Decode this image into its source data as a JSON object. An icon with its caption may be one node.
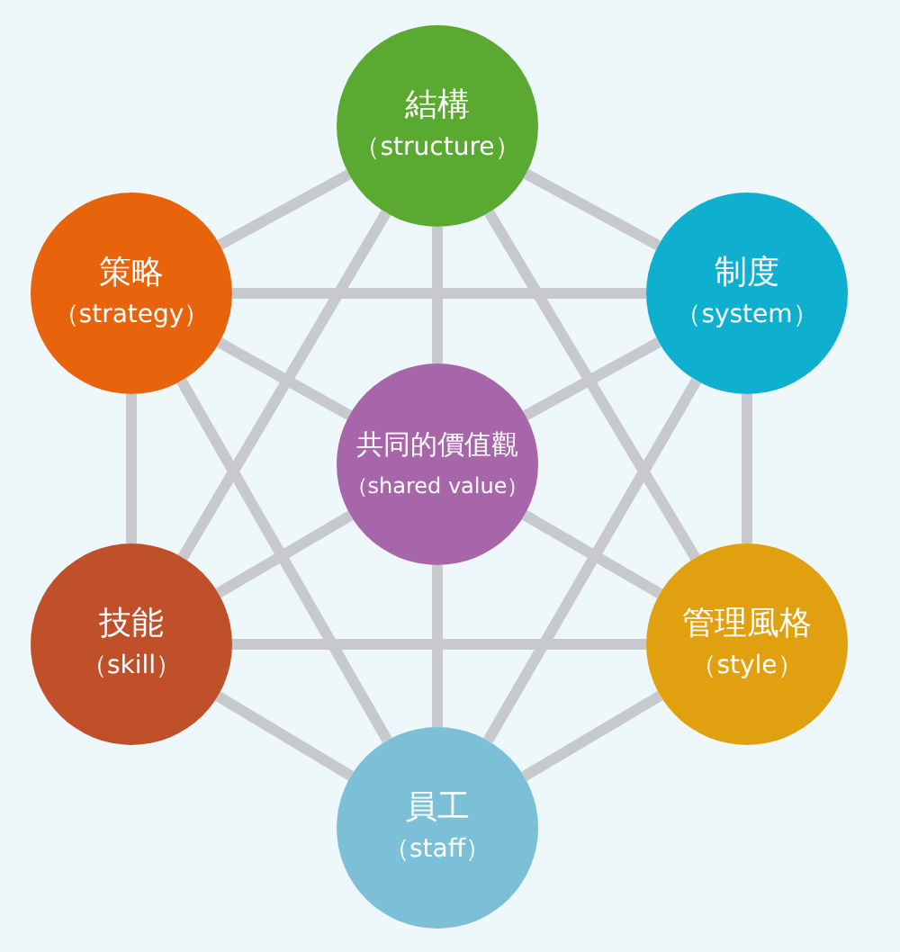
{
  "diagram": {
    "nodes": [
      {
        "text": [
          "結構",
          "（structure）"
        ]
      },
      {
        "text": [
          "策略",
          "（strategy）"
        ]
      },
      {
        "text": [
          "制度",
          "（system）"
        ]
      },
      {
        "text": [
          "共同的價值觀",
          "（shared value）"
        ]
      },
      {
        "text": [
          "技能",
          "（skill）"
        ]
      },
      {
        "text": [
          "管理風格",
          "（style）"
        ]
      },
      {
        "text": [
          "員工",
          "（staff）"
        ]
      }
    ],
    "edges": [
      {
        "from": 0,
        "to": 1,
        "arrow": "none"
      },
      {
        "from": 0,
        "to": 2,
        "arrow": "none"
      },
      {
        "from": 0,
        "to": 3,
        "arrow": "none"
      },
      {
        "from": 0,
        "to": 4,
        "arrow": "none"
      },
      {
        "from": 0,
        "to": 5,
        "arrow": "none"
      },
      {
        "from": 1,
        "to": 2,
        "arrow": "none"
      },
      {
        "from": 1,
        "to": 3,
        "arrow": "none"
      },
      {
        "from": 1,
        "to": 4,
        "arrow": "none"
      },
      {
        "from": 1,
        "to": 6,
        "arrow": "none"
      },
      {
        "from": 2,
        "to": 3,
        "arrow": "none"
      },
      {
        "from": 2,
        "to": 5,
        "arrow": "none"
      },
      {
        "from": 2,
        "to": 6,
        "arrow": "none"
      },
      {
        "from": 3,
        "to": 4,
        "arrow": "none"
      },
      {
        "from": 3,
        "to": 5,
        "arrow": "none"
      },
      {
        "from": 3,
        "to": 6,
        "arrow": "none"
      },
      {
        "from": 4,
        "to": 5,
        "arrow": "none"
      },
      {
        "from": 4,
        "to": 6,
        "arrow": "none"
      },
      {
        "from": 5,
        "to": 6,
        "arrow": "none"
      }
    ]
  }
}
